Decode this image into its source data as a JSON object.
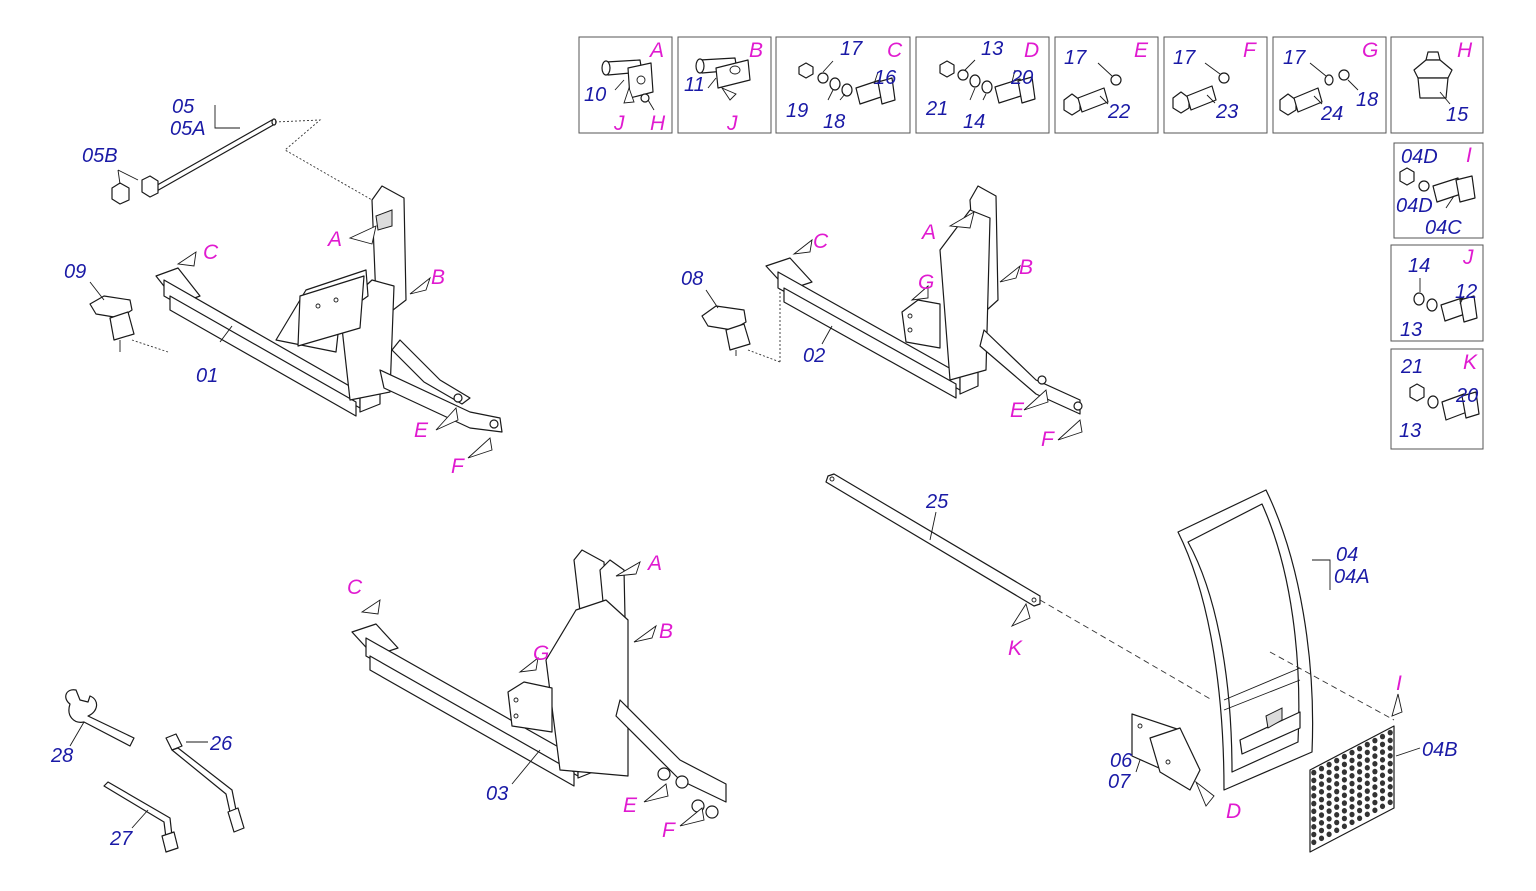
{
  "colors": {
    "part_number": "#1a1aa6",
    "detail_letter": "#e01ad0",
    "line": "#1a1a1a"
  },
  "details": {
    "A": {
      "letter": "A",
      "labels": [
        "10",
        "J",
        "H"
      ]
    },
    "B": {
      "letter": "B",
      "labels": [
        "11",
        "J"
      ]
    },
    "C": {
      "letter": "C",
      "labels": [
        "17",
        "16",
        "19",
        "18"
      ]
    },
    "D": {
      "letter": "D",
      "labels": [
        "13",
        "20",
        "21",
        "14"
      ]
    },
    "E": {
      "letter": "E",
      "labels": [
        "17",
        "22"
      ]
    },
    "F": {
      "letter": "F",
      "labels": [
        "17",
        "23"
      ]
    },
    "G": {
      "letter": "G",
      "labels": [
        "17",
        "18",
        "24"
      ]
    },
    "H": {
      "letter": "H",
      "labels": [
        "15"
      ]
    },
    "I": {
      "letter": "I",
      "labels": [
        "04D",
        "04D",
        "04C"
      ]
    },
    "J": {
      "letter": "J",
      "labels": [
        "14",
        "12",
        "13"
      ]
    },
    "K": {
      "letter": "K",
      "labels": [
        "21",
        "20",
        "13"
      ]
    }
  },
  "frame1": {
    "labels": [
      "05",
      "05A",
      "05B",
      "09",
      "01"
    ],
    "callouts": [
      "A",
      "C",
      "B",
      "E",
      "F"
    ]
  },
  "frame2": {
    "labels": [
      "08",
      "02"
    ],
    "callouts": [
      "C",
      "A",
      "G",
      "B",
      "E",
      "F"
    ]
  },
  "frame3": {
    "labels": [
      "03"
    ],
    "callouts": [
      "C",
      "A",
      "B",
      "G",
      "E",
      "F"
    ]
  },
  "tools": {
    "labels": [
      "28",
      "26",
      "27"
    ]
  },
  "bar": {
    "labels": [
      "25"
    ],
    "callouts": [
      "K"
    ]
  },
  "shield": {
    "labels": [
      "04",
      "04A",
      "06",
      "07",
      "04B"
    ],
    "callouts": [
      "I",
      "D"
    ]
  }
}
